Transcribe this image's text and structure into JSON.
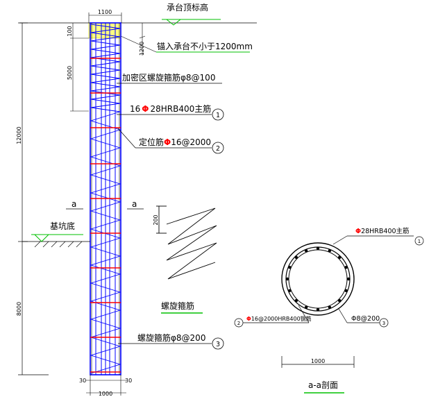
{
  "top_width": "1100",
  "cap_top_label": "承台顶标高",
  "dim_top_small": "100",
  "dim_anchor_side": "1200",
  "anchor_text": "锚入承台不小于1200mm",
  "dim_dense": "5000",
  "dense_text": "加密区螺旋箍筋φ8@100",
  "main_bar_text": {
    "count": "16",
    "grade_symbol": "Φ",
    "rest": "28HRB400主筋"
  },
  "callout_1": "1",
  "pos_bar_text": {
    "pre": "定位筋",
    "grade_symbol": "Φ",
    "rest": "16@2000"
  },
  "callout_2": "2",
  "dim_total_upper": "12000",
  "section_mark_left": "a",
  "section_mark_right": "a",
  "pit_label": "基坑底",
  "spiral_pitch": "200",
  "spiral_title": "螺旋箍筋",
  "dim_total_lower": "8000",
  "spiral_bar_text": "螺旋箍筋φ8@200",
  "callout_3": "3",
  "cover_left": "30",
  "cover_right": "30",
  "bottom_width": "1000",
  "section": {
    "main_bar": {
      "grade_symbol": "Φ",
      "rest": "28HRB400主筋",
      "callout": "1"
    },
    "pos_bar": {
      "callout": "2",
      "grade_symbol": "Φ",
      "rest": "16@2000HRB400钢筋"
    },
    "spiral": {
      "text": "Φ8@200",
      "callout": "3"
    },
    "diameter": "1000",
    "title": "a-a剖面"
  },
  "colors": {
    "cage": "#0000ff",
    "hoop": "#ff0000",
    "cap": "#ffff80",
    "ground": "#00c000"
  }
}
